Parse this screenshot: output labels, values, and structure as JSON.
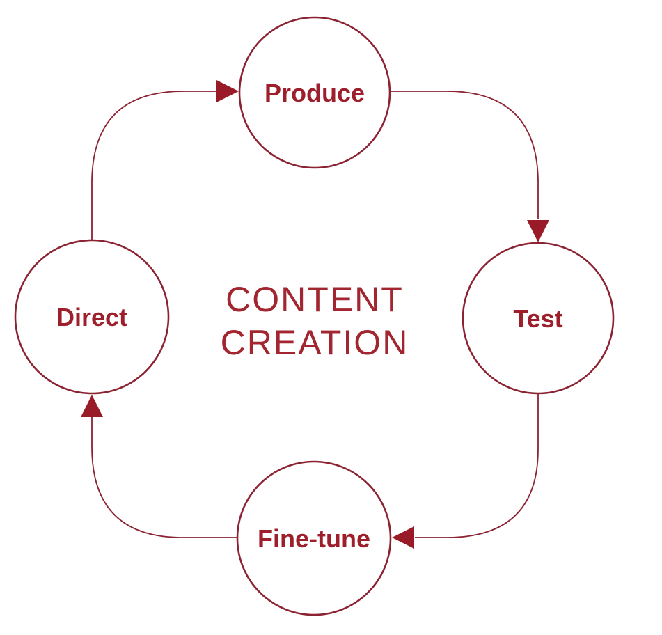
{
  "diagram": {
    "center_title": {
      "line1": "CONTENT",
      "line2": "CREATION"
    },
    "nodes": [
      {
        "id": "produce",
        "label": "Produce",
        "position": "top"
      },
      {
        "id": "test",
        "label": "Test",
        "position": "right"
      },
      {
        "id": "finetune",
        "label": "Fine-tune",
        "position": "bottom"
      },
      {
        "id": "direct",
        "label": "Direct",
        "position": "left"
      }
    ],
    "edges": [
      {
        "from": "Direct",
        "to": "Produce"
      },
      {
        "from": "Produce",
        "to": "Test"
      },
      {
        "from": "Test",
        "to": "Fine-tune"
      },
      {
        "from": "Fine-tune",
        "to": "Direct"
      }
    ],
    "colors": {
      "stroke": "#8B2332",
      "arrowhead": "#9A1B28",
      "node_label": "#9C1F2B",
      "title": "#A2262F",
      "background": "#FFFFFF"
    }
  }
}
